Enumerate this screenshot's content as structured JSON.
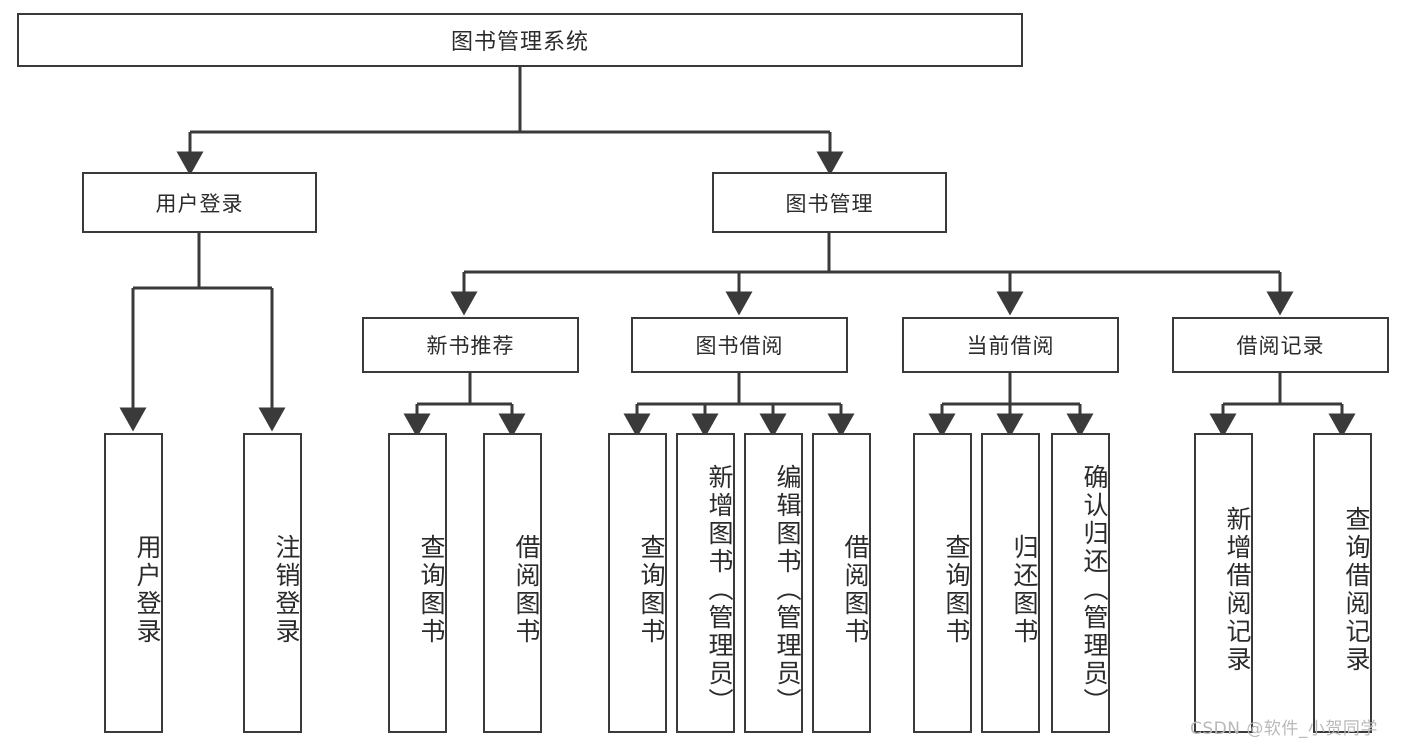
{
  "diagram": {
    "title": "图书管理系统",
    "type": "hierarchy-tree",
    "root": {
      "label": "图书管理系统"
    },
    "level2": [
      {
        "label": "用户登录"
      },
      {
        "label": "图书管理"
      }
    ],
    "level3": [
      {
        "label": "新书推荐"
      },
      {
        "label": "图书借阅"
      },
      {
        "label": "当前借阅"
      },
      {
        "label": "借阅记录"
      }
    ],
    "leaves": [
      {
        "label": "用户登录"
      },
      {
        "label": "注销登录"
      },
      {
        "label": "查询图书"
      },
      {
        "label": "借阅图书"
      },
      {
        "label": "查询图书"
      },
      {
        "label": "新增图书（管理员）"
      },
      {
        "label": "编辑图书（管理员）"
      },
      {
        "label": "借阅图书"
      },
      {
        "label": "查询图书"
      },
      {
        "label": "归还图书"
      },
      {
        "label": "确认归还（管理员）"
      },
      {
        "label": "新增借阅记录"
      },
      {
        "label": "查询借阅记录"
      }
    ]
  },
  "watermark": {
    "text": "CSDN @软件_小贺同学"
  },
  "colors": {
    "box_border": "#3a3a3a",
    "box_fill": "#ffffff",
    "line": "#3a3a3a",
    "text": "#2b2b2b",
    "watermark": "#b9b9b9"
  }
}
